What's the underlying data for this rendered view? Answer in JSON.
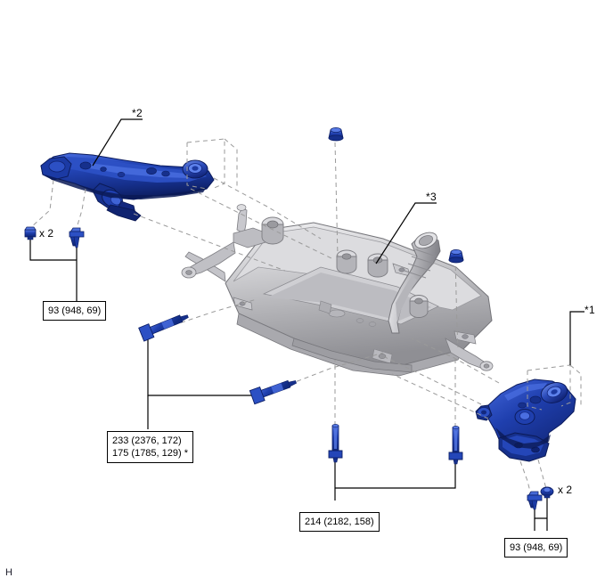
{
  "diagram": {
    "title": "Front Suspension Crossmember / Lower Control Arm Exploded View",
    "page_mark": "H",
    "colors": {
      "part_blue": "#1f3fae",
      "part_blue_dark": "#122a7a",
      "part_blue_light": "#3f63d6",
      "frame_gray": "#c9c9cb",
      "frame_gray_dark": "#8d8d91",
      "frame_gray_light": "#e8e8ea",
      "line_black": "#000000",
      "dashed_gray": "#9a9a9a"
    },
    "torque_boxes": [
      {
        "id": "torque-upper-left",
        "lines": [
          "93 (948, 69)"
        ]
      },
      {
        "id": "torque-mid-left",
        "lines": [
          "233 (2376, 172)",
          "175 (1785, 129) *"
        ]
      },
      {
        "id": "torque-bottom-center",
        "lines": [
          "214 (2182, 158)"
        ]
      },
      {
        "id": "torque-bottom-right",
        "lines": [
          "93 (948, 69)"
        ]
      }
    ],
    "reference_labels": [
      {
        "id": "ref-2",
        "text": "*2"
      },
      {
        "id": "ref-3",
        "text": "*3"
      },
      {
        "id": "ref-1",
        "text": "*1"
      }
    ],
    "quantity_labels": [
      {
        "id": "qty-left",
        "text": "x 2"
      },
      {
        "id": "qty-right",
        "text": "x 2"
      }
    ],
    "parts": [
      {
        "id": "lower-control-arm-left",
        "ref": "*2",
        "color": "blue"
      },
      {
        "id": "lower-control-arm-right",
        "ref": "*1",
        "color": "blue"
      },
      {
        "id": "suspension-crossmember",
        "ref": "*3",
        "color": "gray"
      },
      {
        "id": "exhaust-front-pipe",
        "ref": "",
        "color": "gray"
      }
    ],
    "fasteners": [
      {
        "id": "nut-upper-left",
        "type": "nut",
        "color": "blue"
      },
      {
        "id": "bolt-upper-left",
        "type": "bolt",
        "color": "blue"
      },
      {
        "id": "nut-top-center",
        "type": "nut",
        "color": "blue"
      },
      {
        "id": "nut-top-right",
        "type": "nut",
        "color": "blue"
      },
      {
        "id": "bolt-mid-left-upper",
        "type": "bolt",
        "color": "blue"
      },
      {
        "id": "bolt-mid-left-lower",
        "type": "bolt",
        "color": "blue"
      },
      {
        "id": "bolt-bottom-center-left",
        "type": "bolt",
        "color": "blue"
      },
      {
        "id": "bolt-bottom-center-right",
        "type": "bolt",
        "color": "blue"
      },
      {
        "id": "bolt-bottom-right",
        "type": "bolt",
        "color": "blue"
      },
      {
        "id": "nut-bottom-right",
        "type": "nut",
        "color": "blue"
      }
    ]
  }
}
